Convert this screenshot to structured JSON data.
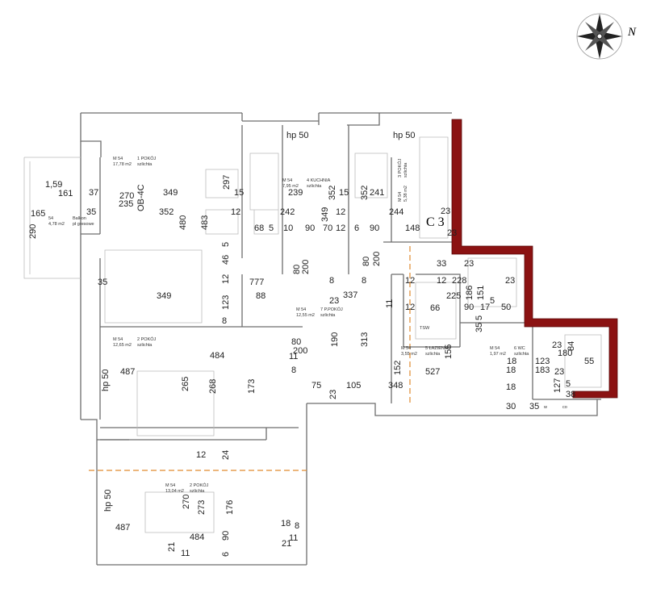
{
  "compass": {
    "north_label": "N"
  },
  "section_marker": "C 3",
  "rooms": [
    {
      "code": "M 54",
      "name": "1 POKÓJ",
      "area": "17,78 m2",
      "finish": "szlichta"
    },
    {
      "code": "M 54",
      "name": "4 KUCHNIA",
      "area": "7,95 m2",
      "finish": "szlichta"
    },
    {
      "code": "M 54",
      "name": "3 POKÓJ",
      "area": "5,38 m2",
      "finish": "szlichta"
    },
    {
      "code": "54",
      "name": "Balkon",
      "area": "4,78 m2",
      "finish": "pł gresowe"
    },
    {
      "code": "M 54",
      "name": "7 P.POKÓJ",
      "area": "12,55 m2",
      "finish": "szlichta"
    },
    {
      "code": "M 54",
      "name": "5 ŁAZIENKA",
      "area": "3,55 m2",
      "finish": "szlichta"
    },
    {
      "code": "M 54",
      "name": "6 WC",
      "area": "1,97 m2",
      "finish": "szlichta"
    },
    {
      "code": "M 54",
      "name": "2 POKÓJ",
      "area": "12,65 m2",
      "finish": "szlichta"
    },
    {
      "code": "M 54",
      "name": "2 POKÓJ",
      "area": "13,04 m2",
      "finish": "szlichta"
    }
  ],
  "annotations": {
    "tsw": "TSW",
    "ob": "OB-4C",
    "w": "w",
    "co": "co"
  },
  "dimensions": [
    "hp 50",
    "hp 50",
    "1,59",
    "161",
    "37",
    "270",
    "349",
    "297",
    "15",
    "239",
    "352",
    "15",
    "352",
    "241",
    "235",
    "165",
    "35",
    "352",
    "12",
    "242",
    "12",
    "244",
    "23",
    "290",
    "480",
    "483",
    "349",
    "68",
    "5",
    "10",
    "90",
    "70",
    "12",
    "6",
    "90",
    "148",
    "23",
    "5",
    "46",
    "80",
    "200",
    "80",
    "200",
    "33",
    "23",
    "23",
    "35",
    "777",
    "12",
    "8",
    "8",
    "12",
    "12",
    "228",
    "349",
    "88",
    "123",
    "23",
    "337",
    "11",
    "66",
    "225",
    "186",
    "151",
    "5",
    "50",
    "8",
    "12",
    "90",
    "17",
    "5",
    "35",
    "80",
    "190",
    "313",
    "200",
    "484",
    "11",
    "527",
    "155",
    "152",
    "487",
    "hp 50",
    "265",
    "268",
    "173",
    "8",
    "75",
    "105",
    "348",
    "23",
    "18",
    "30",
    "35",
    "127",
    "5",
    "38",
    "12",
    "24",
    "270",
    "273",
    "176",
    "hp 50",
    "487",
    "18",
    "8",
    "484",
    "90",
    "11",
    "21",
    "21",
    "11",
    "6",
    "123",
    "183",
    "180",
    "84",
    "23",
    "23",
    "55",
    "18",
    "18"
  ]
}
